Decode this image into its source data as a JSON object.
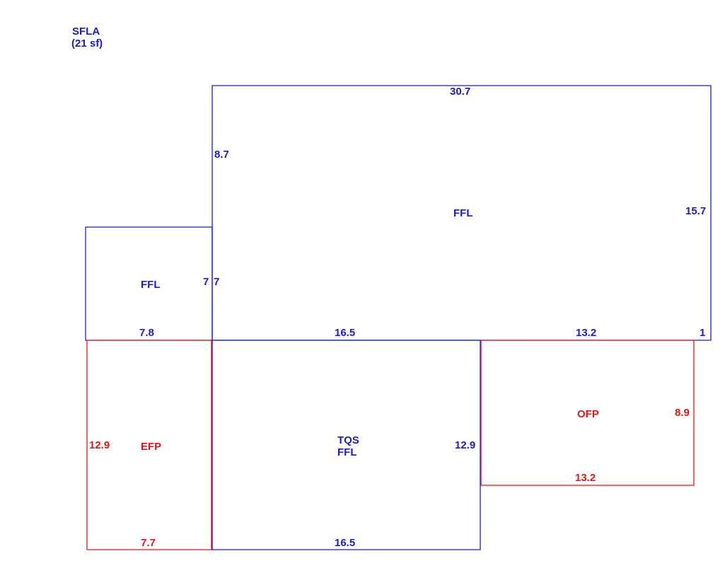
{
  "title": {
    "line1": "SFLA",
    "line2": "(21 sf)"
  },
  "colors": {
    "living": "#1c1cc8",
    "porch": "#e01818"
  },
  "areas": {
    "main_ffl": {
      "code": "FFL",
      "dim_top": "30.7",
      "dim_left": "8.7",
      "dim_right": "15.7",
      "dim_left_lower": "7",
      "dim_bottom_a": "16.5",
      "dim_bottom_b": "13.2",
      "dim_bottom_c": "1"
    },
    "side_ffl": {
      "code": "FFL",
      "dim_right": "7",
      "dim_bottom": "7.8"
    },
    "efp": {
      "code": "EFP",
      "dim_left": "12.9",
      "dim_bottom": "7.7"
    },
    "tqs": {
      "code_top": "TQS",
      "code_bottom": "FFL",
      "dim_right": "12.9",
      "dim_bottom": "16.5"
    },
    "ofp": {
      "code": "OFP",
      "dim_right": "8.9",
      "dim_bottom": "13.2"
    }
  }
}
